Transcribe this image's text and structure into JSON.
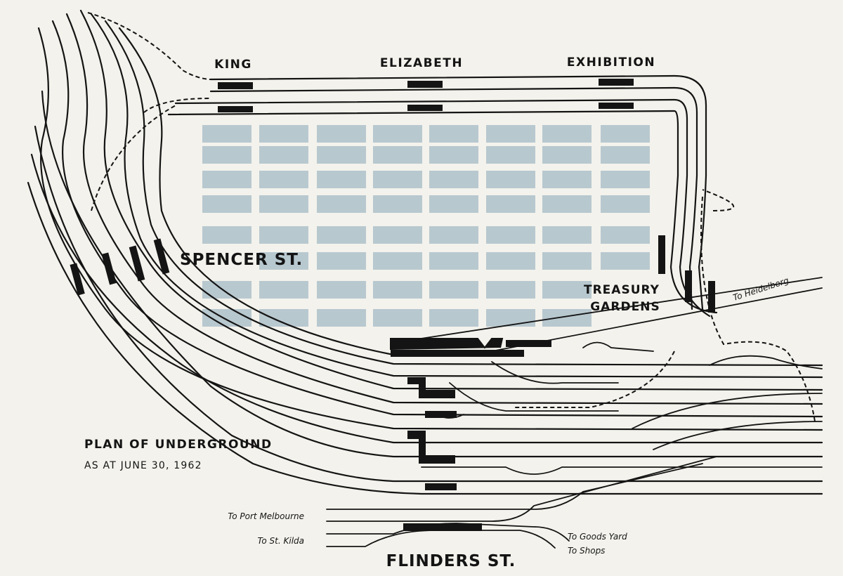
{
  "stations": {
    "king": "KING",
    "elizabeth": "ELIZABETH",
    "exhibition": "EXHIBITION"
  },
  "labels": {
    "spencer": "SPENCER ST.",
    "flinders": "FLINDERS ST.",
    "treasury_line1": "TREASURY",
    "treasury_line2": "GARDENS"
  },
  "title": {
    "main": "PLAN OF UNDERGROUND",
    "date": "AS AT JUNE 30, 1962"
  },
  "destinations": {
    "heidelberg": "To Heidelberg",
    "port_melbourne": "To Port Melbourne",
    "st_kilda": "To St. Kilda",
    "goods_yard": "To Goods Yard",
    "shops": "To Shops"
  },
  "colors": {
    "background": "#f3f2ec",
    "city_blocks": "#b8c8cf",
    "tracks": "#141414"
  }
}
